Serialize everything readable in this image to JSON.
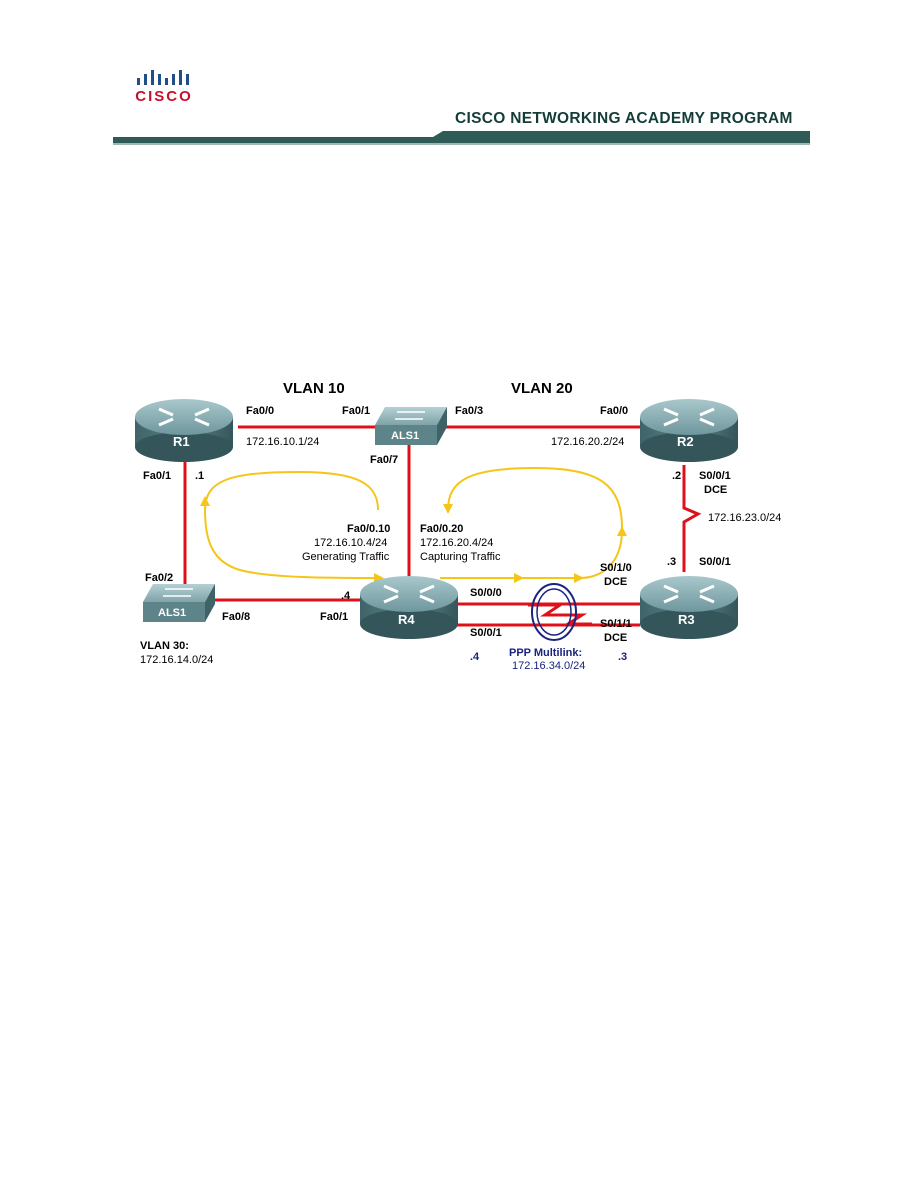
{
  "header": {
    "logo_text": "CISCO",
    "banner": "CISCO NETWORKING ACADEMY PROGRAM"
  },
  "colors": {
    "link": "#e0101a",
    "traffic_arrow": "#f5c518",
    "multilink_circle": "#1a237e",
    "band": "#2f5b57",
    "logo": "#c7102e"
  },
  "topology": {
    "vlan10": "VLAN 10",
    "vlan20": "VLAN 20",
    "vlan30": "VLAN 30:",
    "vlan30_net": "172.16.14.0/24",
    "devices": {
      "r1": "R1",
      "r2": "R2",
      "r3": "R3",
      "r4": "R4",
      "als1_top": "ALS1",
      "als1_bottom": "ALS1"
    },
    "interfaces": {
      "r1_fa00": "Fa0/0",
      "als_fa01": "Fa0/1",
      "als_fa03": "Fa0/3",
      "r2_fa00": "Fa0/0",
      "r1_net": "172.16.10.1/24",
      "r2_net": "172.16.20.2/24",
      "als_fa07": "Fa0/7",
      "r1_fa01": "Fa0/1",
      "r1_dot1": ".1",
      "r2_dot2": ".2",
      "r2_s001": "S0/0/1",
      "r2_dce": "DCE",
      "r2r3_net": "172.16.23.0/24",
      "sub10": "Fa0/0.10",
      "sub10_ip": "172.16.10.4/24",
      "gen_traffic": "Generating Traffic",
      "sub20": "Fa0/0.20",
      "sub20_ip": "172.16.20.4/24",
      "cap_traffic": "Capturing Traffic",
      "r3_dot3_top": ".3",
      "r3_s001": "S0/0/1",
      "r3_s010": "S0/1/0",
      "r3_dce1": "DCE",
      "fa02": "Fa0/2",
      "fa08": "Fa0/8",
      "r4_dot4": ".4",
      "r4_fa01": "Fa0/1",
      "r4_s000": "S0/0/0",
      "r4_s001": "S0/0/1",
      "r3_s011": "S0/1/1",
      "r3_dce2": "DCE",
      "r4_dot4_bottom": ".4",
      "r3_dot3_bottom": ".3",
      "ppp": "PPP Multilink:",
      "ppp_net": "172.16.34.0/24"
    }
  }
}
